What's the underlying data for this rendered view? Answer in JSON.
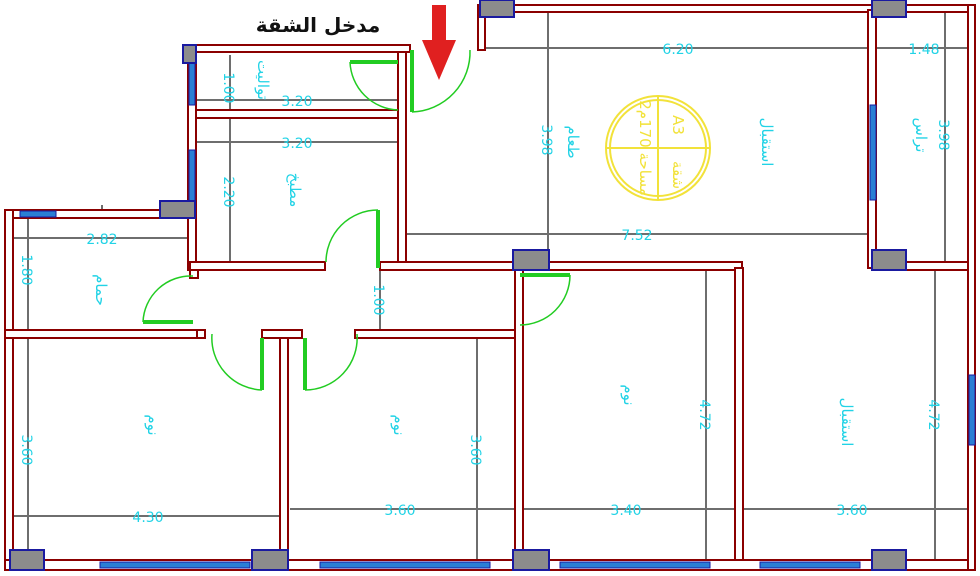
{
  "entrance_label": "مدخل الشقة",
  "colors": {
    "wall": "#8b0000",
    "door": "#22cc22",
    "dimension_text": "#22d3e6",
    "arrow": "#e02020",
    "stamp": "#f2e23a",
    "window": "#2a7fd4"
  },
  "stamp": {
    "unit": "A3",
    "label": "شقة",
    "area": "مساحة 170م2"
  },
  "rooms": {
    "toilet": "تواليت",
    "kitchen": "مطبخ",
    "bathroom": "حمام",
    "dining": "طعام",
    "reception_top": "استقبال",
    "terrace": "تراس",
    "bedroom1": "نوم",
    "bedroom2": "نوم",
    "bedroom3": "نوم",
    "reception_bottom": "استقبال"
  },
  "dimensions": {
    "toilet_h": "1.00",
    "toilet_w": "3.20",
    "kitchen_w": "3.20",
    "kitchen_h": "2.20",
    "bath_w": "2.82",
    "bath_h": "1.80",
    "corridor_h": "1.00",
    "dining_h": "3.98",
    "top_w": "6.20",
    "terrace_w": "1.48",
    "terrace_h": "3.98",
    "mid_w": "7.52",
    "bed1_h": "3.60",
    "bed1_w": "4.30",
    "bed2_w": "3.60",
    "bed2_h": "3.60",
    "bed3_w": "3.40",
    "bed3_h": "4.72",
    "rec_w": "3.60",
    "rec_h": "4.72"
  }
}
